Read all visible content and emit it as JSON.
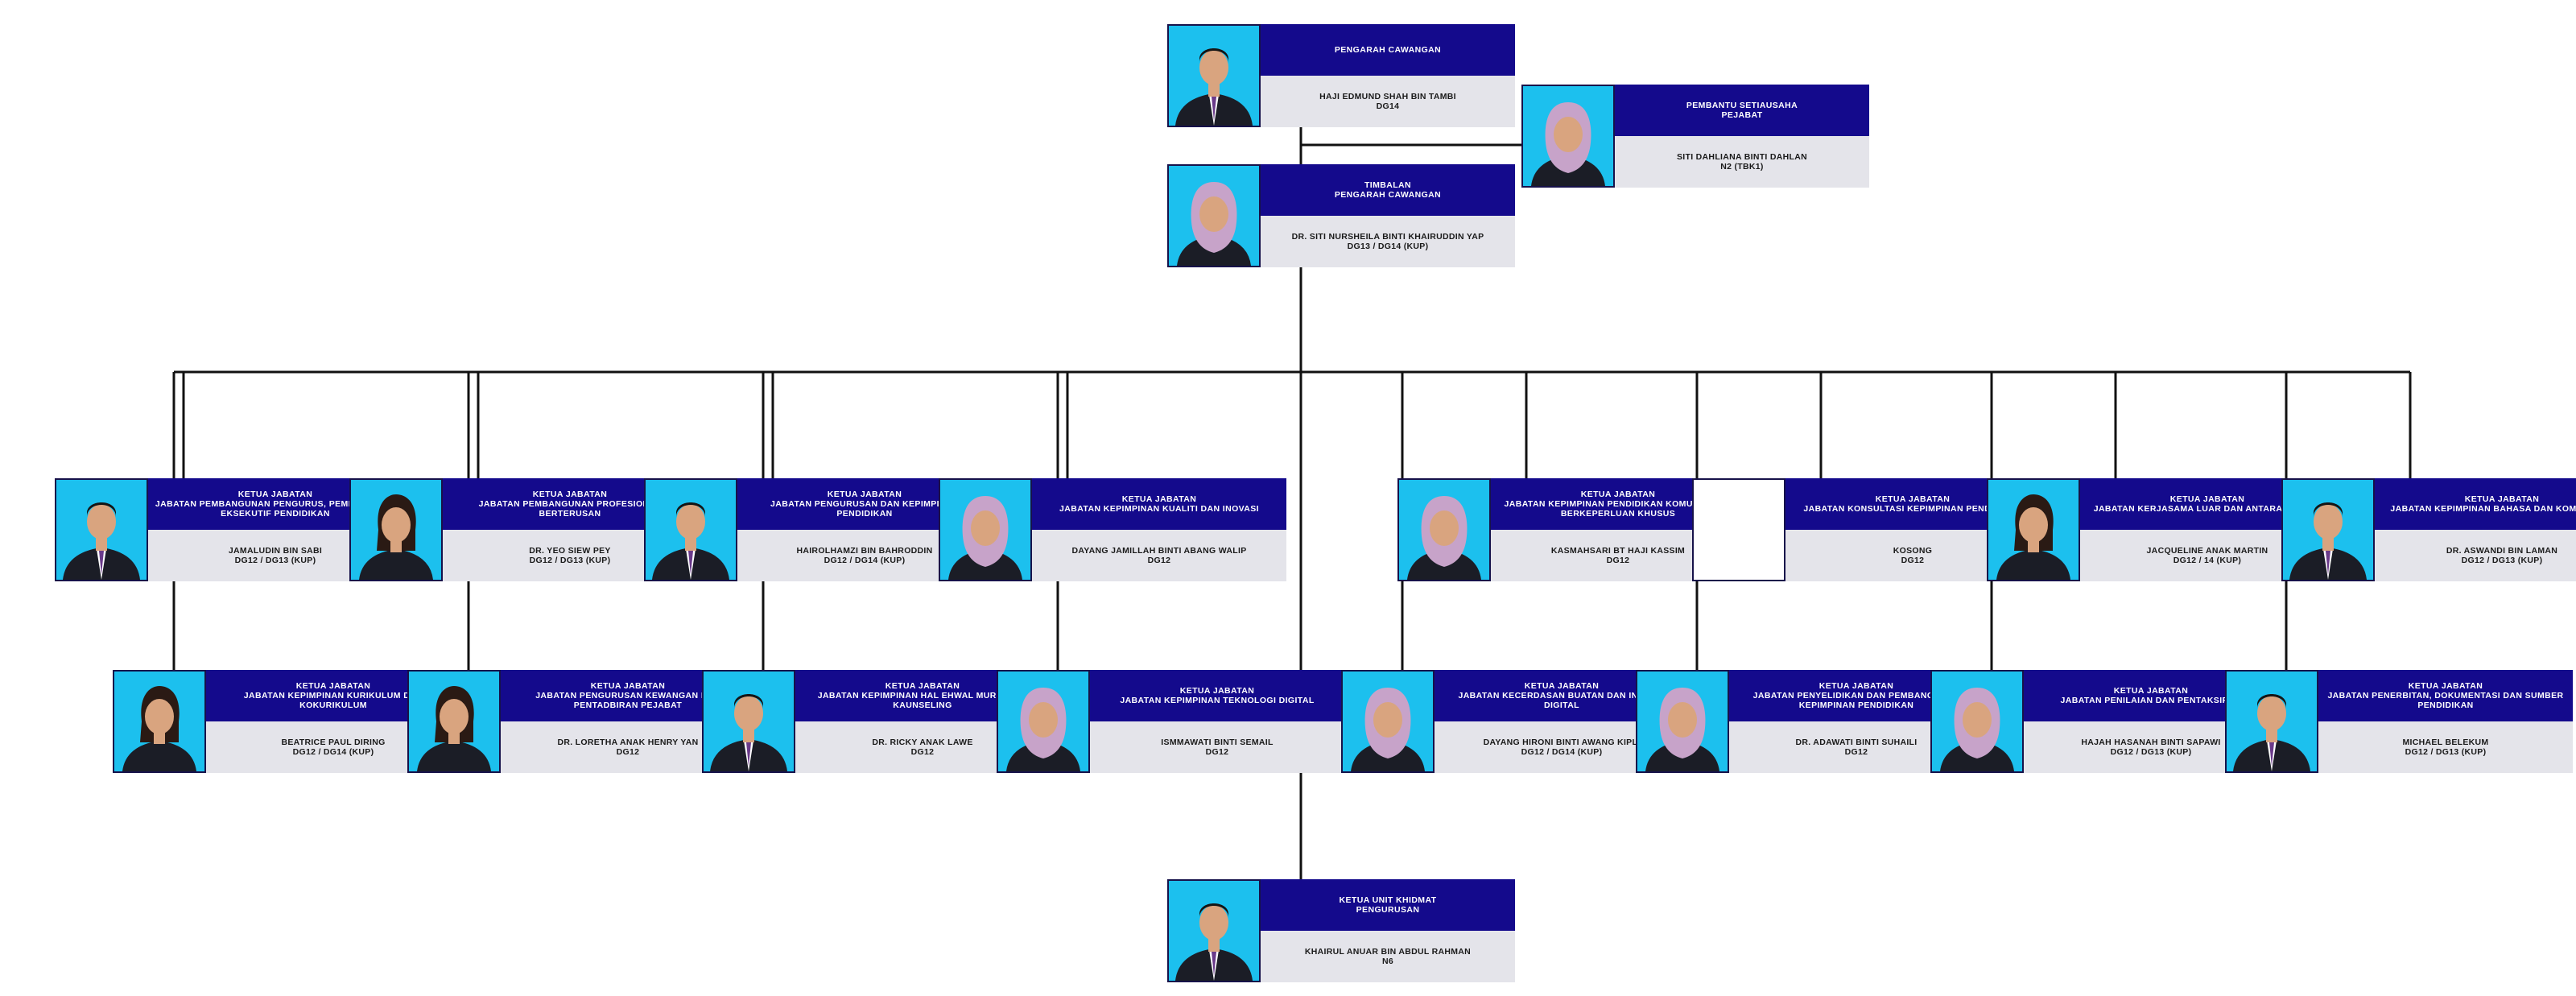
{
  "colors": {
    "header_bg": "#140a8c",
    "info_bg": "#e4e4ea",
    "photo_bg": "#1cc0ee",
    "connector": "#111111"
  },
  "director": {
    "title": [
      "PENGARAH CAWANGAN"
    ],
    "name": "HAJI EDMUND SHAH BIN TAMBI",
    "grade": "DG14",
    "avatar": "male-avatar"
  },
  "secretary": {
    "title": [
      "PEMBANTU SETIAUSAHA",
      "PEJABAT"
    ],
    "name": "SITI DAHLIANA BINTI DAHLAN",
    "grade": "N2 (TBK1)",
    "avatar": "female-hijab-avatar"
  },
  "deputy": {
    "title": [
      "TIMBALAN",
      "PENGARAH CAWANGAN"
    ],
    "name": "DR. SITI NURSHEILA BINTI KHAIRUDDIN YAP",
    "grade": "DG13 / DG14 (KUP)",
    "avatar": "female-hijab-avatar"
  },
  "departments_row1": [
    {
      "title": [
        "KETUA JABATAN",
        "JABATAN PEMBANGUNAN PENGURUS, PEMIMPIN DAN EKSEKUTIF PENDIDIKAN"
      ],
      "name": "JAMALUDIN BIN SABI",
      "grade": "DG12 / DG13 (KUP)",
      "avatar": "male-avatar"
    },
    {
      "title": [
        "KETUA JABATAN",
        "JABATAN PEMBANGUNAN PROFESIONAL BERTERUSAN"
      ],
      "name": "DR. YEO SIEW PEY",
      "grade": "DG12 / DG13 (KUP)",
      "avatar": "female-avatar"
    },
    {
      "title": [
        "KETUA JABATAN",
        "JABATAN PENGURUSAN DAN KEPIMPINAN PENDIDIKAN"
      ],
      "name": "HAIROLHAMZI BIN BAHRODDIN",
      "grade": "DG12 / DG14 (KUP)",
      "avatar": "male-avatar"
    },
    {
      "title": [
        "KETUA JABATAN",
        "JABATAN KEPIMPINAN KUALITI DAN INOVASI"
      ],
      "name": "DAYANG JAMILLAH BINTI ABANG WALIP",
      "grade": "DG12",
      "avatar": "female-hijab-avatar"
    },
    {
      "title": [
        "KETUA JABATAN",
        "JABATAN KEPIMPINAN PENDIDIKAN KOMUNITI DAN BERKEPERLUAN KHUSUS"
      ],
      "name": "KASMAHSARI BT HAJI KASSIM",
      "grade": "DG12",
      "avatar": "female-hijab-avatar"
    },
    {
      "title": [
        "KETUA JABATAN",
        "JABATAN KONSULTASI KEPIMPINAN PENDIDIKAN"
      ],
      "name": "KOSONG",
      "grade": "DG12",
      "avatar": "vacant"
    },
    {
      "title": [
        "KETUA JABATAN",
        "JABATAN KERJASAMA LUAR DAN ANTARABANGSA"
      ],
      "name": "JACQUELINE ANAK MARTIN",
      "grade": "DG12 / 14 (KUP)",
      "avatar": "female-avatar"
    },
    {
      "title": [
        "KETUA JABATAN",
        "JABATAN KEPIMPINAN BAHASA DAN KOMUNIKASI"
      ],
      "name": "DR. ASWANDI BIN LAMAN",
      "grade": "DG12 / DG13 (KUP)",
      "avatar": "male-avatar"
    }
  ],
  "departments_row2": [
    {
      "title": [
        "KETUA JABATAN",
        "JABATAN KEPIMPINAN KURIKULUM DAN KOKURIKULUM"
      ],
      "name": "BEATRICE PAUL DIRING",
      "grade": "DG12 / DG14 (KUP)",
      "avatar": "female-avatar"
    },
    {
      "title": [
        "KETUA JABATAN",
        "JABATAN PENGURUSAN KEWANGAN DAN PENTADBIRAN PEJABAT"
      ],
      "name": "DR. LORETHA ANAK HENRY YAN",
      "grade": "DG12",
      "avatar": "female-avatar"
    },
    {
      "title": [
        "KETUA JABATAN",
        "JABATAN KEPIMPINAN HAL EHWAL MURID DAN KAUNSELING"
      ],
      "name": "DR. RICKY ANAK LAWE",
      "grade": "DG12",
      "avatar": "male-avatar"
    },
    {
      "title": [
        "KETUA JABATAN",
        "JABATAN KEPIMPINAN TEKNOLOGI DIGITAL"
      ],
      "name": "ISMMAWATI BINTI SEMAIL",
      "grade": "DG12",
      "avatar": "female-hijab-avatar"
    },
    {
      "title": [
        "KETUA JABATAN",
        "JABATAN KECERDASAN BUATAN DAN INOVASI DIGITAL"
      ],
      "name": "DAYANG HIRONI BINTI AWANG KIPLI",
      "grade": "DG12 / DG14 (KUP)",
      "avatar": "female-hijab-avatar"
    },
    {
      "title": [
        "KETUA JABATAN",
        "JABATAN PENYELIDIKAN DAN PEMBANGUNAN KEPIMPINAN PENDIDIKAN"
      ],
      "name": "DR. ADAWATI BINTI SUHAILI",
      "grade": "DG12",
      "avatar": "female-hijab-avatar"
    },
    {
      "title": [
        "KETUA JABATAN",
        "JABATAN PENILAIAN DAN PENTAKSIRAN"
      ],
      "name": "HAJAH HASANAH BINTI SAPAWI",
      "grade": "DG12 / DG13 (KUP)",
      "avatar": "female-hijab-avatar"
    },
    {
      "title": [
        "KETUA JABATAN",
        "JABATAN PENERBITAN, DOKUMENTASI DAN SUMBER PENDIDIKAN"
      ],
      "name": "MICHAEL BELEKUM",
      "grade": "DG12 / DG13 (KUP)",
      "avatar": "male-avatar"
    }
  ],
  "unit_head": {
    "title": [
      "KETUA UNIT KHIDMAT",
      "PENGURUSAN"
    ],
    "name": "KHAIRUL ANUAR BIN ABDUL RAHMAN",
    "grade": "N6",
    "avatar": "male-avatar"
  }
}
